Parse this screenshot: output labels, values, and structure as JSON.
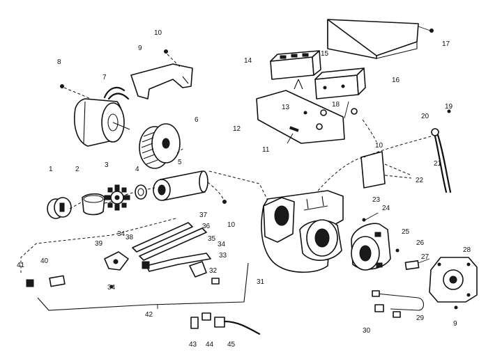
{
  "callouts": [
    "1",
    "2",
    "3",
    "4",
    "5",
    "6",
    "7",
    "8",
    "9",
    "10",
    "10",
    "10",
    "11",
    "12",
    "13",
    "14",
    "15",
    "16",
    "17",
    "18",
    "19",
    "20",
    "21",
    "22",
    "23",
    "24",
    "25",
    "26",
    "27",
    "28",
    "29",
    "30",
    "31",
    "32",
    "33",
    "34",
    "34",
    "34",
    "35",
    "36",
    "37",
    "38",
    "39",
    "40",
    "41",
    "42",
    "43",
    "44",
    "45",
    "9"
  ]
}
